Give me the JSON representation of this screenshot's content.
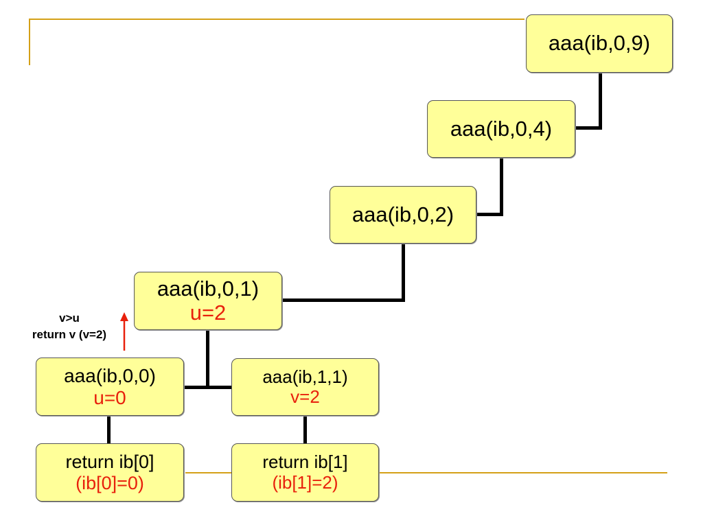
{
  "nodes": {
    "aaa_0_9": {
      "label": "aaa(ib,0,9)"
    },
    "aaa_0_4": {
      "label": "aaa(ib,0,4)"
    },
    "aaa_0_2": {
      "label": "aaa(ib,0,2)"
    },
    "aaa_0_1": {
      "label": "aaa(ib,0,1)",
      "value": "u=2"
    },
    "aaa_0_0": {
      "label": "aaa(ib,0,0)",
      "value": "u=0"
    },
    "aaa_1_1": {
      "label": "aaa(ib,1,1)",
      "value": "v=2"
    },
    "ret_0": {
      "label": "return ib[0]",
      "value": "(ib[0]=0)"
    },
    "ret_1": {
      "label": "return ib[1]",
      "value": "(ib[1]=2)"
    }
  },
  "annotation": {
    "line1": "v>u",
    "line2": "return v (v=2)"
  },
  "colors": {
    "node_fill": "#ffff99",
    "value_text": "#e8200c",
    "arrow": "#e8200c",
    "decor_line": "#d4a017",
    "connector": "#000000"
  }
}
